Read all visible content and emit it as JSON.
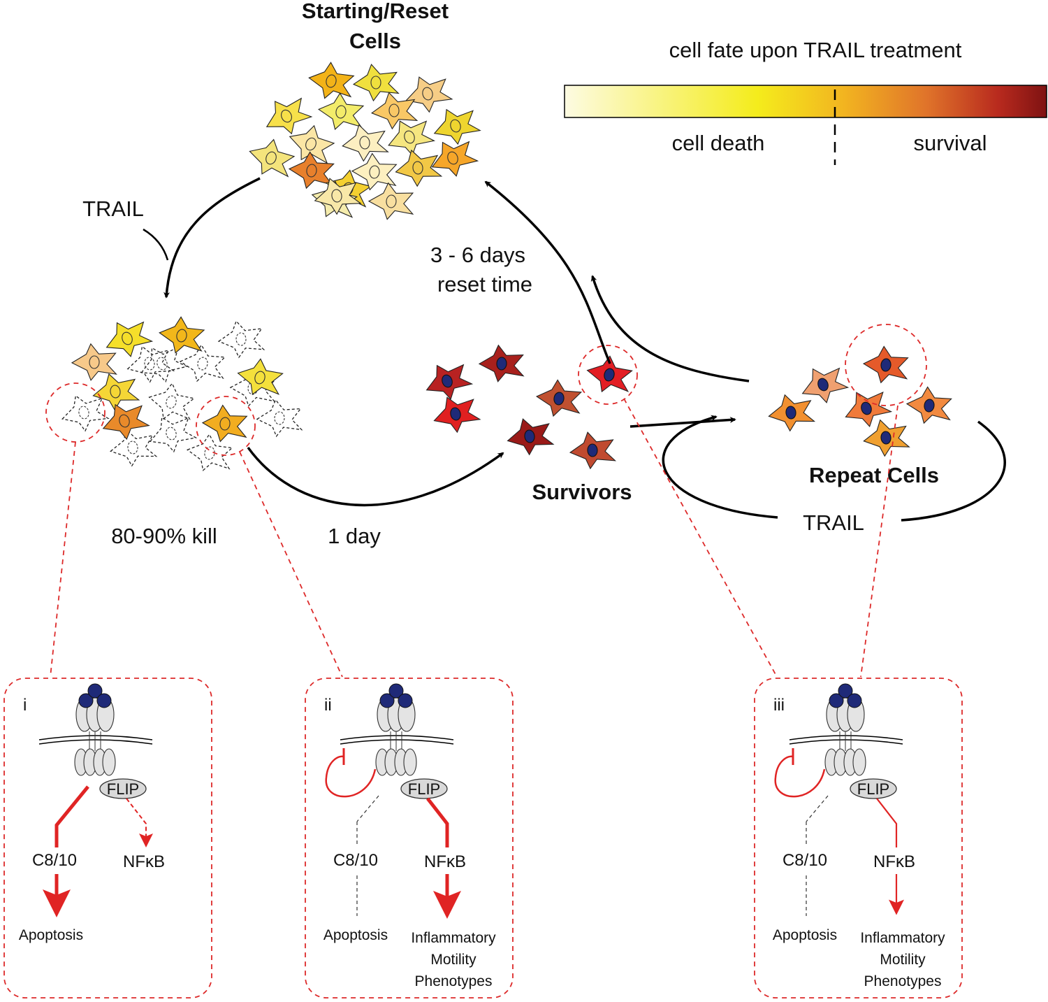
{
  "colors": {
    "arrow": "#000000",
    "dashed_callout": "#dd2a2a",
    "pathway_red": "#e02424",
    "nucleus_dark": "#1f2a78",
    "receptor_fill": "#e4e4e4",
    "gradient_stops": [
      "#fdfbe2",
      "#f4ec1c",
      "#f2b420",
      "#e0742a",
      "#b82a1e",
      "#7e1212"
    ]
  },
  "legend": {
    "title": "cell fate upon TRAIL treatment",
    "left_label": "cell death",
    "right_label": "survival"
  },
  "populations": {
    "starting": {
      "title_line1": "Starting/Reset",
      "title_line2": "Cells",
      "cell_colors": [
        "#f7e04a",
        "#f3b318",
        "#f0e03e",
        "#f6cd86",
        "#fbe6a5",
        "#f3ec6a",
        "#f9c866",
        "#eed52f",
        "#f4e47c",
        "#e8802c",
        "#fcefc1",
        "#f5e680",
        "#f4d030",
        "#fdf0c0",
        "#f2c846",
        "#f6a629",
        "#f5ecac",
        "#f8dfa0",
        "#f8e8a8"
      ]
    },
    "killed": {
      "label": "80-90% kill",
      "live_colors": [
        "#f5df2a",
        "#f2b71a",
        "#f7c98a",
        "#f5d636",
        "#e98a2a",
        "#f4e03c",
        "#f2ad20"
      ]
    },
    "survivors": {
      "label": "Survivors",
      "cell_colors": [
        "#b82222",
        "#a8201c",
        "#e02020",
        "#c05030",
        "#9a1a18",
        "#e31e24",
        "#c04a30"
      ]
    },
    "repeat": {
      "label": "Repeat Cells",
      "cell_colors": [
        "#f0a070",
        "#e55a2a",
        "#f29030",
        "#f07a3a",
        "#f28a40",
        "#f0a030"
      ]
    }
  },
  "arrows": {
    "trail_top": "TRAIL",
    "one_day": "1 day",
    "reset_line1": "3 - 6 days",
    "reset_line2": "reset time",
    "trail_loop": "TRAIL"
  },
  "panels": [
    {
      "numeral": "i",
      "flip": "FLIP",
      "casp": "C8/10",
      "nfkb_prefix": "NF",
      "nfkb_kappa": "κ",
      "nfkb_suffix": "B",
      "apoptosis": "Apoptosis",
      "outcome_lines": []
    },
    {
      "numeral": "ii",
      "flip": "FLIP",
      "casp": "C8/10",
      "nfkb_prefix": "NF",
      "nfkb_kappa": "κ",
      "nfkb_suffix": "B",
      "apoptosis": "Apoptosis",
      "outcome_lines": [
        "Inflammatory",
        "Motility",
        "Phenotypes"
      ]
    },
    {
      "numeral": "iii",
      "flip": "FLIP",
      "casp": "C8/10",
      "nfkb_prefix": "NF",
      "nfkb_kappa": "κ",
      "nfkb_suffix": "B",
      "apoptosis": "Apoptosis",
      "outcome_lines": [
        "Inflammatory",
        "Motility",
        "Phenotypes"
      ]
    }
  ]
}
